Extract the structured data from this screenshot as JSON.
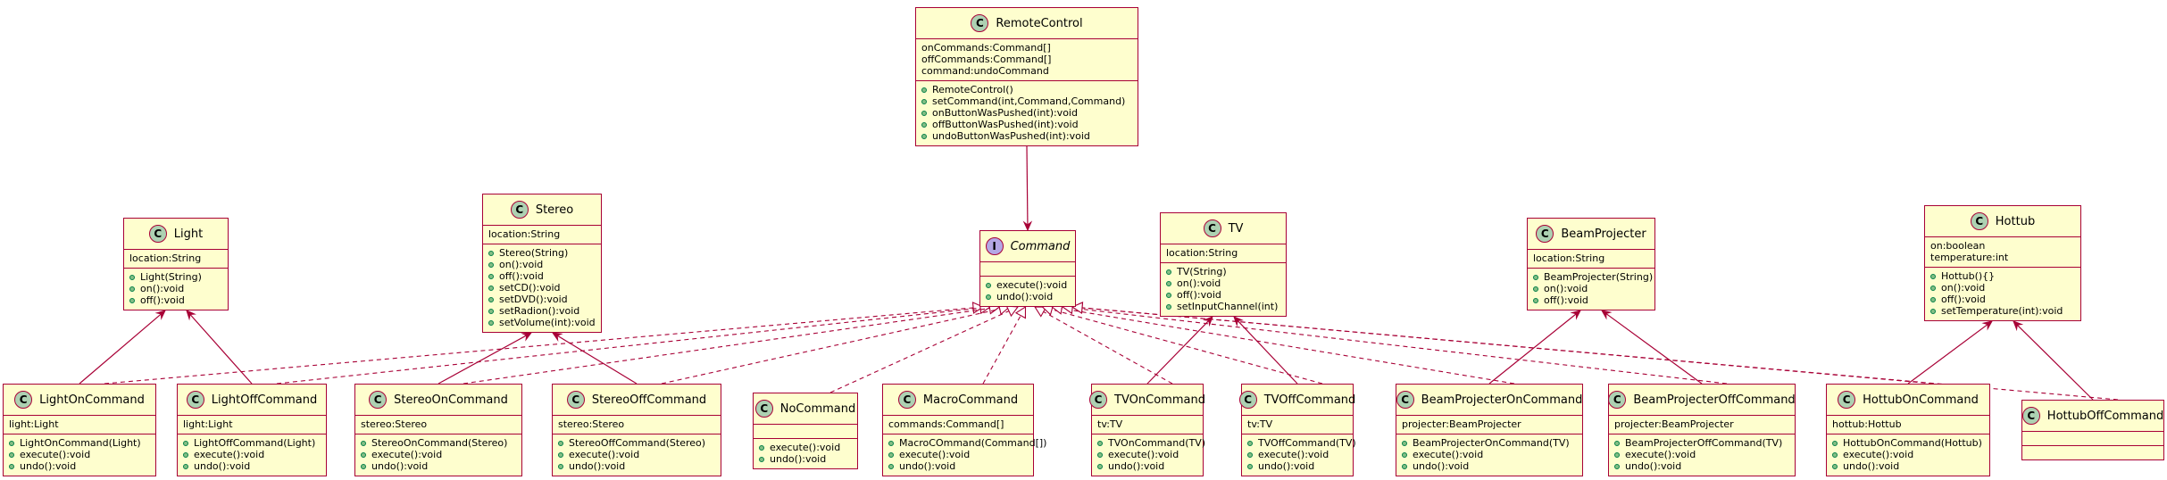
{
  "diagram": {
    "classes": [
      {
        "id": "RemoteControl",
        "name": "RemoteControl",
        "kind": "class",
        "fields": [
          "onCommands:Command[]",
          "offCommands:Command[]",
          "command:undoCommand"
        ],
        "methods": [
          "RemoteControl()",
          "setCommand(int,Command,Command)",
          "onButtonWasPushed(int):void",
          "offButtonWasPushed(int):void",
          "undoButtonWasPushed(int):void"
        ]
      },
      {
        "id": "Light",
        "name": "Light",
        "kind": "class",
        "fields": [
          "location:String"
        ],
        "methods": [
          "Light(String)",
          "on():void",
          "off():void"
        ]
      },
      {
        "id": "Stereo",
        "name": "Stereo",
        "kind": "class",
        "fields": [
          "location:String"
        ],
        "methods": [
          "Stereo(String)",
          "on():void",
          "off():void",
          "setCD():void",
          "setDVD():void",
          "setRadion():void",
          "setVolume(int):void"
        ]
      },
      {
        "id": "Command",
        "name": "Command",
        "kind": "interface",
        "fields": [],
        "methods": [
          "execute():void",
          "undo():void"
        ]
      },
      {
        "id": "TV",
        "name": "TV",
        "kind": "class",
        "fields": [
          "location:String"
        ],
        "methods": [
          "TV(String)",
          "on():void",
          "off():void",
          "setInputChannel(int)"
        ]
      },
      {
        "id": "BeamProjecter",
        "name": "BeamProjecter",
        "kind": "class",
        "fields": [
          "location:String"
        ],
        "methods": [
          "BeamProjecter(String)",
          "on():void",
          "off():void"
        ]
      },
      {
        "id": "Hottub",
        "name": "Hottub",
        "kind": "class",
        "fields": [
          "on:boolean",
          "temperature:int"
        ],
        "methods": [
          "Hottub(){}",
          "on():void",
          "off():void",
          "setTemperature(int):void"
        ]
      },
      {
        "id": "LightOnCommand",
        "name": "LightOnCommand",
        "kind": "class",
        "fields": [
          "light:Light"
        ],
        "methods": [
          "LightOnCommand(Light)",
          "execute():void",
          "undo():void"
        ]
      },
      {
        "id": "LightOffCommand",
        "name": "LightOffCommand",
        "kind": "class",
        "fields": [
          "light:Light"
        ],
        "methods": [
          "LightOffCommand(Light)",
          "execute():void",
          "undo():void"
        ]
      },
      {
        "id": "StereoOnCommand",
        "name": "StereoOnCommand",
        "kind": "class",
        "fields": [
          "stereo:Stereo"
        ],
        "methods": [
          "StereoOnCommand(Stereo)",
          "execute():void",
          "undo():void"
        ]
      },
      {
        "id": "StereoOffCommand",
        "name": "StereoOffCommand",
        "kind": "class",
        "fields": [
          "stereo:Stereo"
        ],
        "methods": [
          "StereoOffCommand(Stereo)",
          "execute():void",
          "undo():void"
        ]
      },
      {
        "id": "NoCommand",
        "name": "NoCommand",
        "kind": "class",
        "fields": [],
        "methods": [
          "execute():void",
          "undo():void"
        ]
      },
      {
        "id": "MacroCommand",
        "name": "MacroCommand",
        "kind": "class",
        "fields": [
          "commands:Command[]"
        ],
        "methods": [
          "MacroCOmmand(Command[])",
          "execute():void",
          "undo():void"
        ]
      },
      {
        "id": "TVOnCommand",
        "name": "TVOnCommand",
        "kind": "class",
        "fields": [
          "tv:TV"
        ],
        "methods": [
          "TVOnCommand(TV)",
          "execute():void",
          "undo():void"
        ]
      },
      {
        "id": "TVOffCommand",
        "name": "TVOffCommand",
        "kind": "class",
        "fields": [
          "tv:TV"
        ],
        "methods": [
          "TVOffCommand(TV)",
          "execute():void",
          "undo():void"
        ]
      },
      {
        "id": "BeamProjecterOnCommand",
        "name": "BeamProjecterOnCommand",
        "kind": "class",
        "fields": [
          "projecter:BeamProjecter"
        ],
        "methods": [
          "BeamProjecterOnCommand(TV)",
          "execute():void",
          "undo():void"
        ]
      },
      {
        "id": "BeamProjecterOffCommand",
        "name": "BeamProjecterOffCommand",
        "kind": "class",
        "fields": [
          "projecter:BeamProjecter"
        ],
        "methods": [
          "BeamProjecterOffCommand(TV)",
          "execute():void",
          "undo():void"
        ]
      },
      {
        "id": "HottubOnCommand",
        "name": "HottubOnCommand",
        "kind": "class",
        "fields": [
          "hottub:Hottub"
        ],
        "methods": [
          "HottubOnCommand(Hottub)",
          "execute():void",
          "undo():void"
        ]
      },
      {
        "id": "HottubOffCommand",
        "name": "HottubOffCommand",
        "kind": "class",
        "fields": [],
        "methods": []
      }
    ],
    "relations": [
      {
        "from": "RemoteControl",
        "to": "Command",
        "type": "association"
      },
      {
        "from": "LightOnCommand",
        "to": "Light",
        "type": "association"
      },
      {
        "from": "LightOffCommand",
        "to": "Light",
        "type": "association"
      },
      {
        "from": "StereoOnCommand",
        "to": "Stereo",
        "type": "association"
      },
      {
        "from": "StereoOffCommand",
        "to": "Stereo",
        "type": "association"
      },
      {
        "from": "TVOnCommand",
        "to": "TV",
        "type": "association"
      },
      {
        "from": "TVOffCommand",
        "to": "TV",
        "type": "association"
      },
      {
        "from": "BeamProjecterOnCommand",
        "to": "BeamProjecter",
        "type": "association"
      },
      {
        "from": "BeamProjecterOffCommand",
        "to": "BeamProjecter",
        "type": "association"
      },
      {
        "from": "HottubOnCommand",
        "to": "Hottub",
        "type": "association"
      },
      {
        "from": "HottubOffCommand",
        "to": "Hottub",
        "type": "association"
      },
      {
        "from": "LightOnCommand",
        "to": "Command",
        "type": "realization"
      },
      {
        "from": "LightOffCommand",
        "to": "Command",
        "type": "realization"
      },
      {
        "from": "StereoOnCommand",
        "to": "Command",
        "type": "realization"
      },
      {
        "from": "StereoOffCommand",
        "to": "Command",
        "type": "realization"
      },
      {
        "from": "NoCommand",
        "to": "Command",
        "type": "realization"
      },
      {
        "from": "MacroCommand",
        "to": "Command",
        "type": "realization"
      },
      {
        "from": "TVOnCommand",
        "to": "Command",
        "type": "realization"
      },
      {
        "from": "TVOffCommand",
        "to": "Command",
        "type": "realization"
      },
      {
        "from": "BeamProjecterOnCommand",
        "to": "Command",
        "type": "realization"
      },
      {
        "from": "BeamProjecterOffCommand",
        "to": "Command",
        "type": "realization"
      },
      {
        "from": "HottubOnCommand",
        "to": "Command",
        "type": "realization"
      },
      {
        "from": "HottubOffCommand",
        "to": "Command",
        "type": "realization"
      }
    ],
    "colors": {
      "box_fill": "#FEFECE",
      "box_border": "#A80036",
      "line": "#A80036",
      "class_badge": "#ADD1B2",
      "interface_badge": "#B4A7E5",
      "method_dot": "#84BE84"
    }
  }
}
